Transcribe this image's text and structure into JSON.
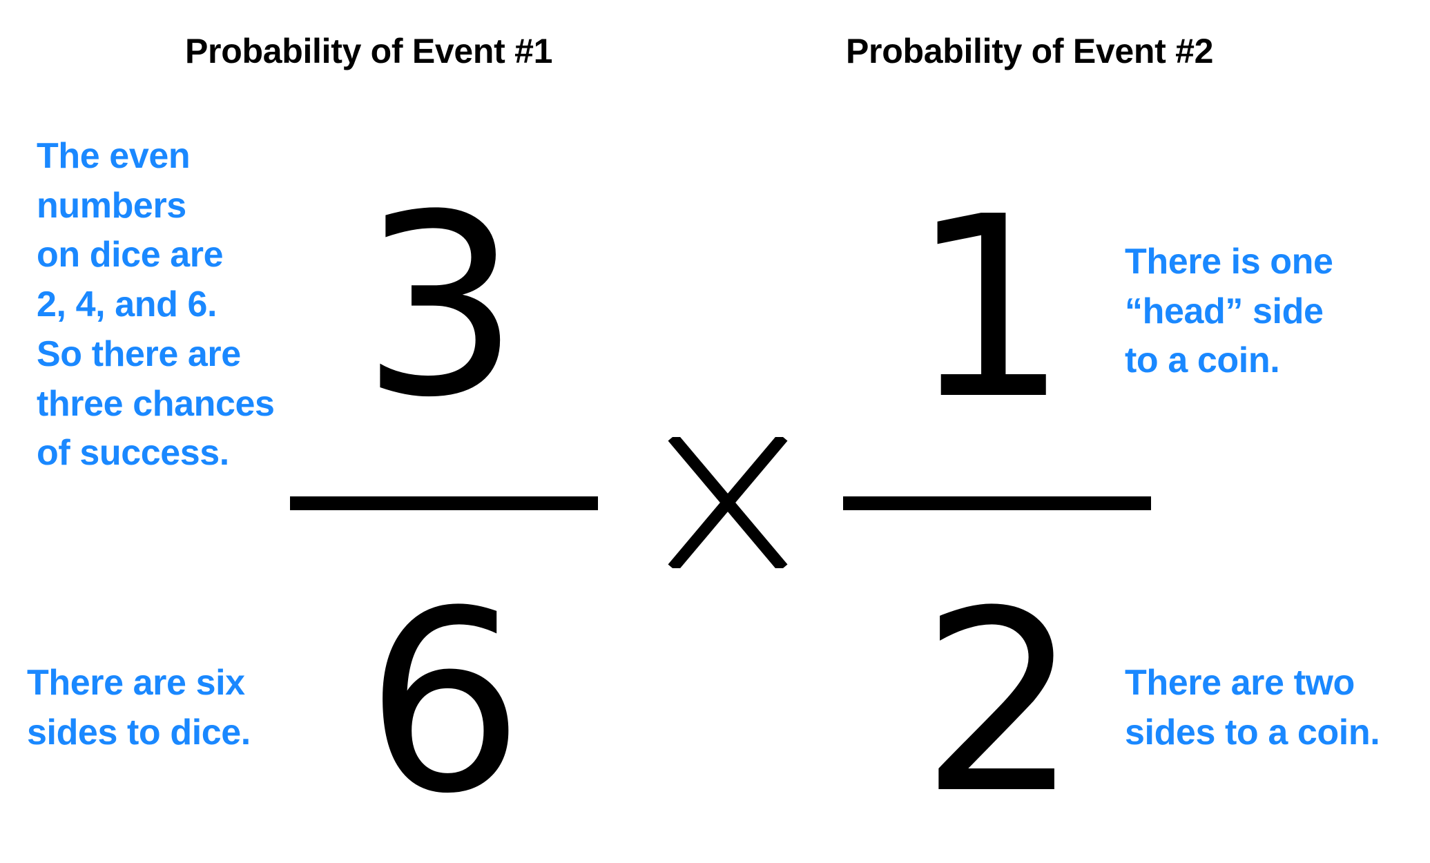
{
  "colors": {
    "background": "#ffffff",
    "text_primary": "#000000",
    "annotation": "#1A88FF"
  },
  "event1": {
    "title": "Probability of Event #1",
    "numerator": "3",
    "denominator": "6",
    "numerator_note": [
      "The even",
      "numbers",
      "on dice are",
      "2, 4, and 6.",
      "So there are",
      "three chances",
      "of success."
    ],
    "denominator_note": [
      "There are six",
      "sides to dice."
    ]
  },
  "operator": {
    "symbol": "x",
    "icon": "multiply-icon"
  },
  "event2": {
    "title": "Probability of Event #2",
    "numerator": "1",
    "denominator": "2",
    "numerator_note": [
      "There is one",
      "“head” side",
      "to a coin."
    ],
    "denominator_note": [
      "There are two",
      "sides to a coin."
    ]
  }
}
